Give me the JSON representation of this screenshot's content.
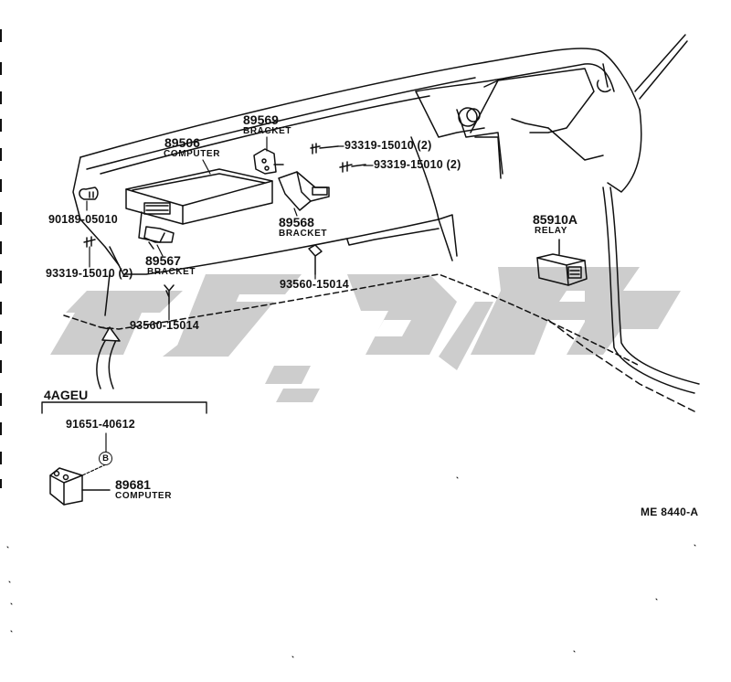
{
  "diagram": {
    "reference_code": "ME  8440-A",
    "engine_variant": "4AGEU",
    "callout_circle": "B",
    "parts": [
      {
        "id": "p89506",
        "number": "89506",
        "name": "COMPUTER"
      },
      {
        "id": "p89569",
        "number": "89569",
        "name": "BRACKET"
      },
      {
        "id": "p93319a",
        "number": "93319-15010 (2)",
        "name": ""
      },
      {
        "id": "p93319b",
        "number": "93319-15010 (2)",
        "name": ""
      },
      {
        "id": "p90189",
        "number": "90189-05010",
        "name": ""
      },
      {
        "id": "p89568",
        "number": "89568",
        "name": "BRACKET"
      },
      {
        "id": "p93319c",
        "number": "93319-15010 (2)",
        "name": ""
      },
      {
        "id": "p89567",
        "number": "89567",
        "name": "BRACKET"
      },
      {
        "id": "p93560a",
        "number": "93560-15014",
        "name": ""
      },
      {
        "id": "p93560b",
        "number": "93560-15014",
        "name": ""
      },
      {
        "id": "p85910A",
        "number": "85910A",
        "name": "RELAY"
      },
      {
        "id": "p91651",
        "number": "91651-40612",
        "name": ""
      },
      {
        "id": "p89681",
        "number": "89681",
        "name": "COMPUTER"
      }
    ]
  },
  "colors": {
    "line": "#111111",
    "watermark": "#c8c8c8",
    "background": "#ffffff"
  }
}
